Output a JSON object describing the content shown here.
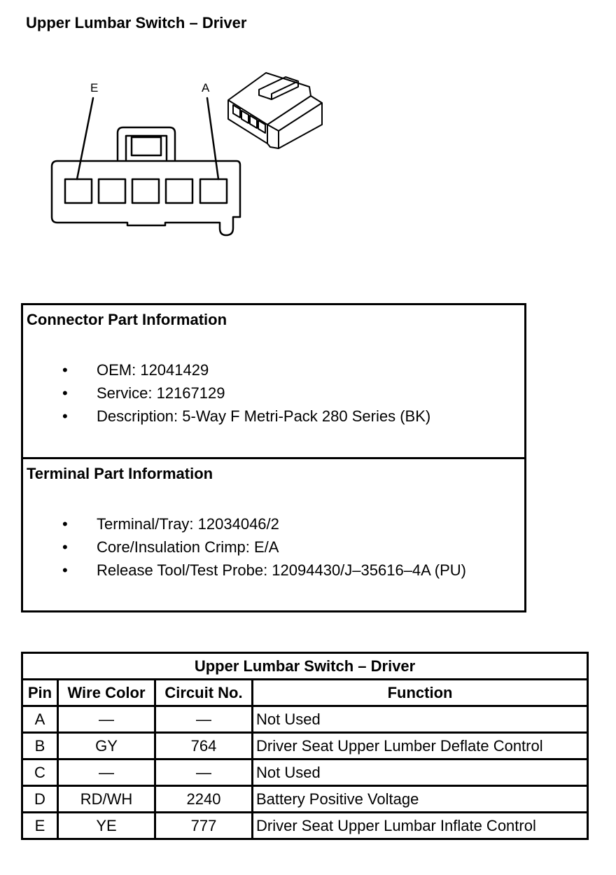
{
  "page": {
    "title": "Upper Lumbar Switch – Driver"
  },
  "diagram": {
    "label_left": "E",
    "label_right": "A",
    "cavity_count": 5
  },
  "connector_info": {
    "heading": "Connector Part Information",
    "items": [
      "OEM: 12041429",
      "Service: 12167129",
      "Description: 5-Way F Metri-Pack 280 Series (BK)"
    ]
  },
  "terminal_info": {
    "heading": "Terminal Part Information",
    "items": [
      "Terminal/Tray: 12034046/2",
      "Core/Insulation Crimp: E/A",
      "Release Tool/Test Probe: 12094430/J–35616–4A (PU)"
    ]
  },
  "bullet": "•",
  "pin_table": {
    "title": "Upper Lumbar Switch – Driver",
    "headers": [
      "Pin",
      "Wire Color",
      "Circuit No.",
      "Function"
    ],
    "rows": [
      [
        "A",
        "—",
        "—",
        "Not Used"
      ],
      [
        "B",
        "GY",
        "764",
        "Driver Seat Upper Lumber Deflate Control"
      ],
      [
        "C",
        "—",
        "—",
        "Not Used"
      ],
      [
        "D",
        "RD/WH",
        "2240",
        "Battery Positive Voltage"
      ],
      [
        "E",
        "YE",
        "777",
        "Driver Seat Upper Lumbar Inflate Control"
      ]
    ]
  }
}
